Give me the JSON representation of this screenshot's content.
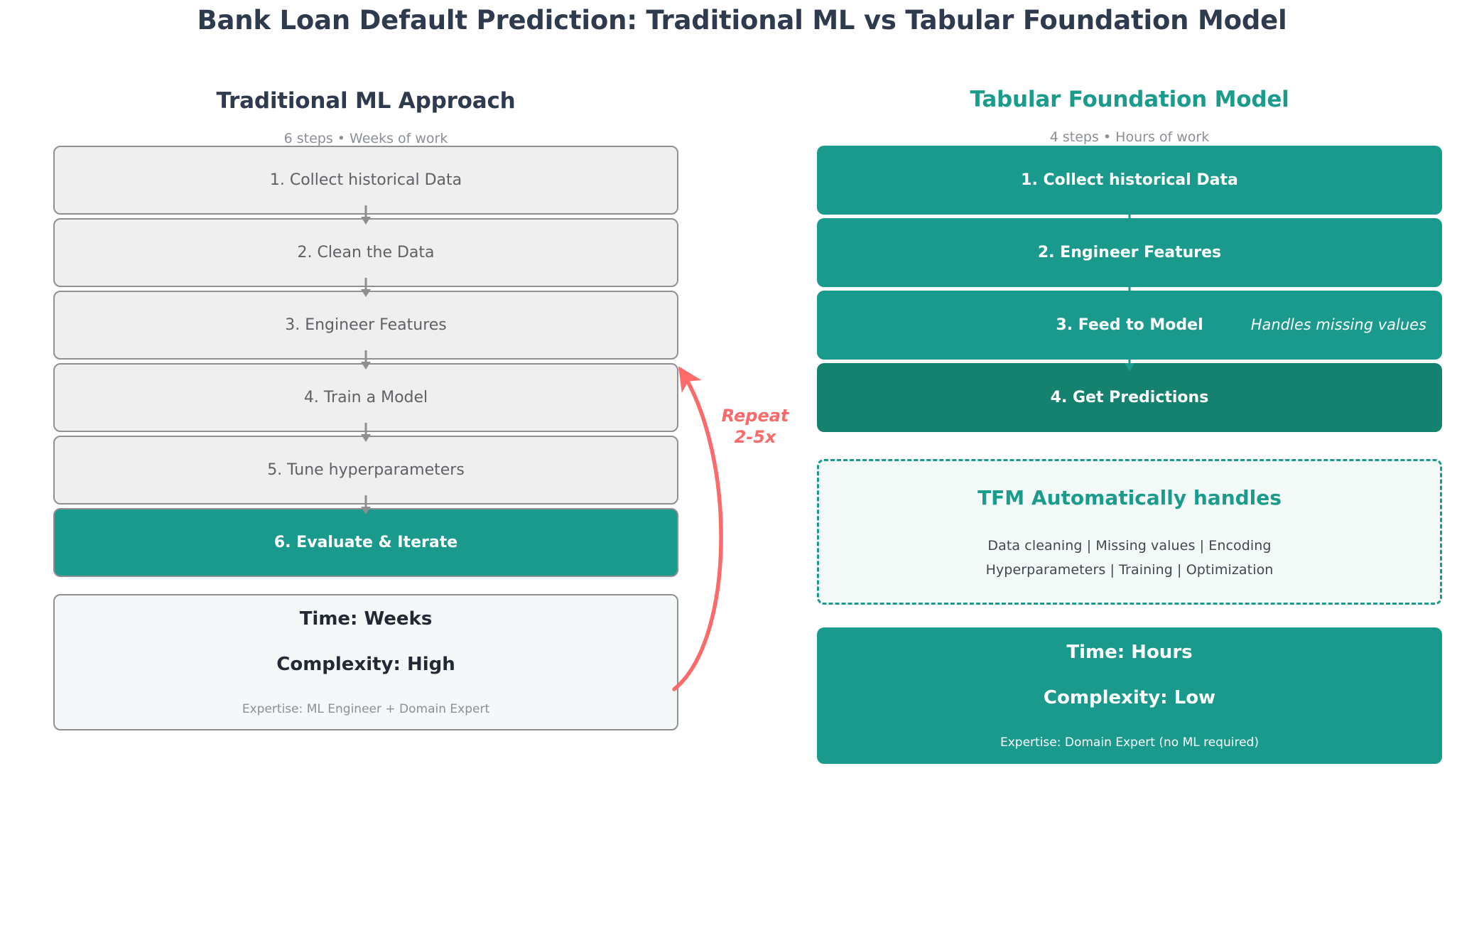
{
  "title": "Bank Loan Default Prediction: Traditional ML vs Tabular Foundation Model",
  "colors": {
    "teal": "#1a9a8c",
    "teal_dark": "#15826f",
    "teal_heading": "#1a9c8d",
    "navy": "#2e3a4d",
    "grey_box_fill": "#efefef",
    "grey_box_border": "#909090",
    "grey_text": "#5f6166",
    "coral": "#fc6a6a",
    "mint_fill": "#f3faf8"
  },
  "left": {
    "heading": "Traditional ML Approach",
    "subtitle": "6 steps • Weeks of work",
    "steps": [
      {
        "label": "1. Collect historical Data"
      },
      {
        "label": "2. Clean the Data"
      },
      {
        "label": "3. Engineer Features"
      },
      {
        "label": "4. Train a Model"
      },
      {
        "label": "5. Tune hyperparameters"
      },
      {
        "label": "6. Evaluate & Iterate"
      }
    ],
    "summary": {
      "time": "Time: Weeks",
      "complexity": "Complexity: High",
      "expertise": "Expertise: ML Engineer + Domain Expert"
    }
  },
  "right": {
    "heading": "Tabular Foundation Model",
    "subtitle": "4 steps • Hours of work",
    "steps": [
      {
        "label": "1. Collect historical Data",
        "note": ""
      },
      {
        "label": "2. Engineer Features",
        "note": ""
      },
      {
        "label": "3. Feed to Model",
        "note": "Handles missing values"
      },
      {
        "label": "4. Get Predictions",
        "note": ""
      }
    ],
    "tfm_panel": {
      "title": "TFM Automatically handles",
      "line1": "Data cleaning  |  Missing values  |  Encoding",
      "line2": "Hyperparameters  |  Training  |  Optimization"
    },
    "summary": {
      "time": "Time: Hours",
      "complexity": "Complexity: Low",
      "expertise": "Expertise: Domain Expert (no ML required)"
    }
  },
  "annotation": {
    "repeat_line1": "Repeat",
    "repeat_line2": "2-5x"
  }
}
